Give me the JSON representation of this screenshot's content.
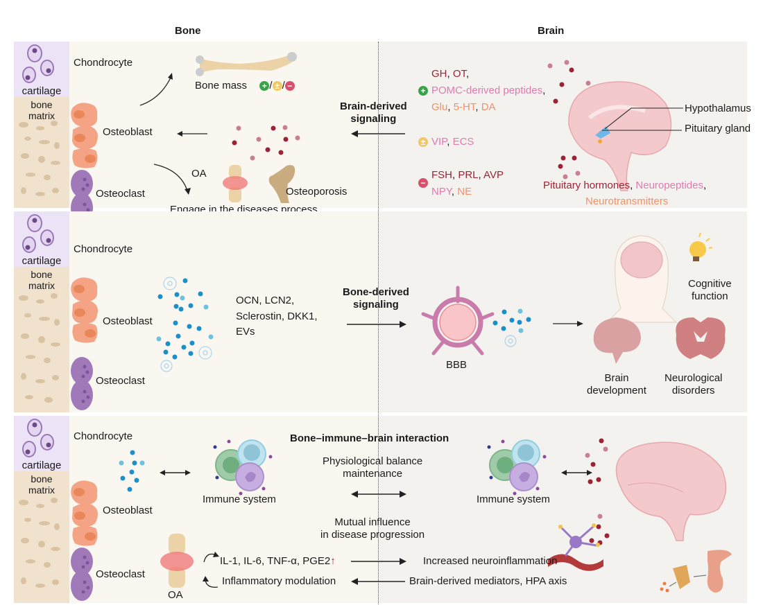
{
  "headers": {
    "bone": "Bone",
    "brain": "Brain"
  },
  "strip": {
    "cartilage": "cartilage",
    "bone_matrix_line1": "bone",
    "bone_matrix_line2": "matrix"
  },
  "cells": {
    "chondrocyte": "Chondrocyte",
    "osteoblast": "Osteoblast",
    "osteoclast": "Osteoclast"
  },
  "colors": {
    "plus": "#3aa34a",
    "plusminus": "#f0c865",
    "minus": "#d9506e",
    "hormone": "#9b2335",
    "peptide": "#e07ab0",
    "transmitter": "#f0916a",
    "bone_factor": "#1b8fc9"
  },
  "panel1": {
    "bone_mass": "Bone mass",
    "symbols": {
      "plus": "+",
      "plusminus": "±",
      "minus": "−",
      "sep": "/"
    },
    "oa": "OA",
    "osteoporosis": "Osteoporosis",
    "disease_process": "Engage in the diseases process",
    "signal_line1": "Brain-derived",
    "signal_line2": "signaling",
    "positive": {
      "row1": [
        {
          "text": "GH",
          "cls": "hormone"
        },
        {
          "text": ", ",
          "cls": "plain"
        },
        {
          "text": "OT",
          "cls": "hormone"
        },
        {
          "text": ",",
          "cls": "plain"
        }
      ],
      "row2": [
        {
          "text": "POMC-derived peptides",
          "cls": "peptide"
        },
        {
          "text": ",",
          "cls": "plain"
        }
      ],
      "row3": [
        {
          "text": "Glu",
          "cls": "transmitter"
        },
        {
          "text": ", ",
          "cls": "plain"
        },
        {
          "text": "5-HT",
          "cls": "transmitter"
        },
        {
          "text": ", ",
          "cls": "plain"
        },
        {
          "text": "DA",
          "cls": "transmitter"
        }
      ]
    },
    "mixed": [
      {
        "text": "VIP",
        "cls": "peptide"
      },
      {
        "text": ", ",
        "cls": "plain"
      },
      {
        "text": "ECS",
        "cls": "peptide"
      }
    ],
    "negative": {
      "row1": [
        {
          "text": "FSH",
          "cls": "hormone"
        },
        {
          "text": ", ",
          "cls": "plain"
        },
        {
          "text": "PRL",
          "cls": "hormone"
        },
        {
          "text": ", ",
          "cls": "plain"
        },
        {
          "text": "AVP",
          "cls": "hormone"
        }
      ],
      "row2": [
        {
          "text": "NPY",
          "cls": "peptide"
        },
        {
          "text": ", ",
          "cls": "plain"
        },
        {
          "text": "NE",
          "cls": "transmitter"
        }
      ]
    },
    "hypothalamus": "Hypothalamus",
    "pituitary": "Pituitary gland",
    "legend_hormones": "Pituitary hormones",
    "legend_sep": ", ",
    "legend_peptides": "Neuropeptides",
    "legend_comma": ",",
    "legend_transmitters": "Neurotransmitters"
  },
  "panel2": {
    "factors_line1": "OCN, LCN2,",
    "factors_line2": "Sclerostin, DKK1,",
    "factors_line3": "EVs",
    "signal_line1": "Bone-derived",
    "signal_line2": "signaling",
    "bbb": "BBB",
    "cognitive_line1": "Cognitive",
    "cognitive_line2": "function",
    "dev_line1": "Brain",
    "dev_line2": "development",
    "neuro_line1": "Neurological",
    "neuro_line2": "disorders"
  },
  "panel3": {
    "title": "Bone–immune–brain interaction",
    "immune_left": "Immune system",
    "immune_right": "Immune system",
    "balance_line1": "Physiological balance",
    "balance_line2": "maintenance",
    "mutual_line1": "Mutual influence",
    "mutual_line2": "in disease progression",
    "cytokines": "IL-1, IL-6, TNF-α, PGE2",
    "up_arrow": "↑",
    "neuroinflammation": "Increased neuroinflammation",
    "modulation": "Inflammatory modulation",
    "mediators": "Brain-derived mediators, HPA axis",
    "oa": "OA"
  }
}
